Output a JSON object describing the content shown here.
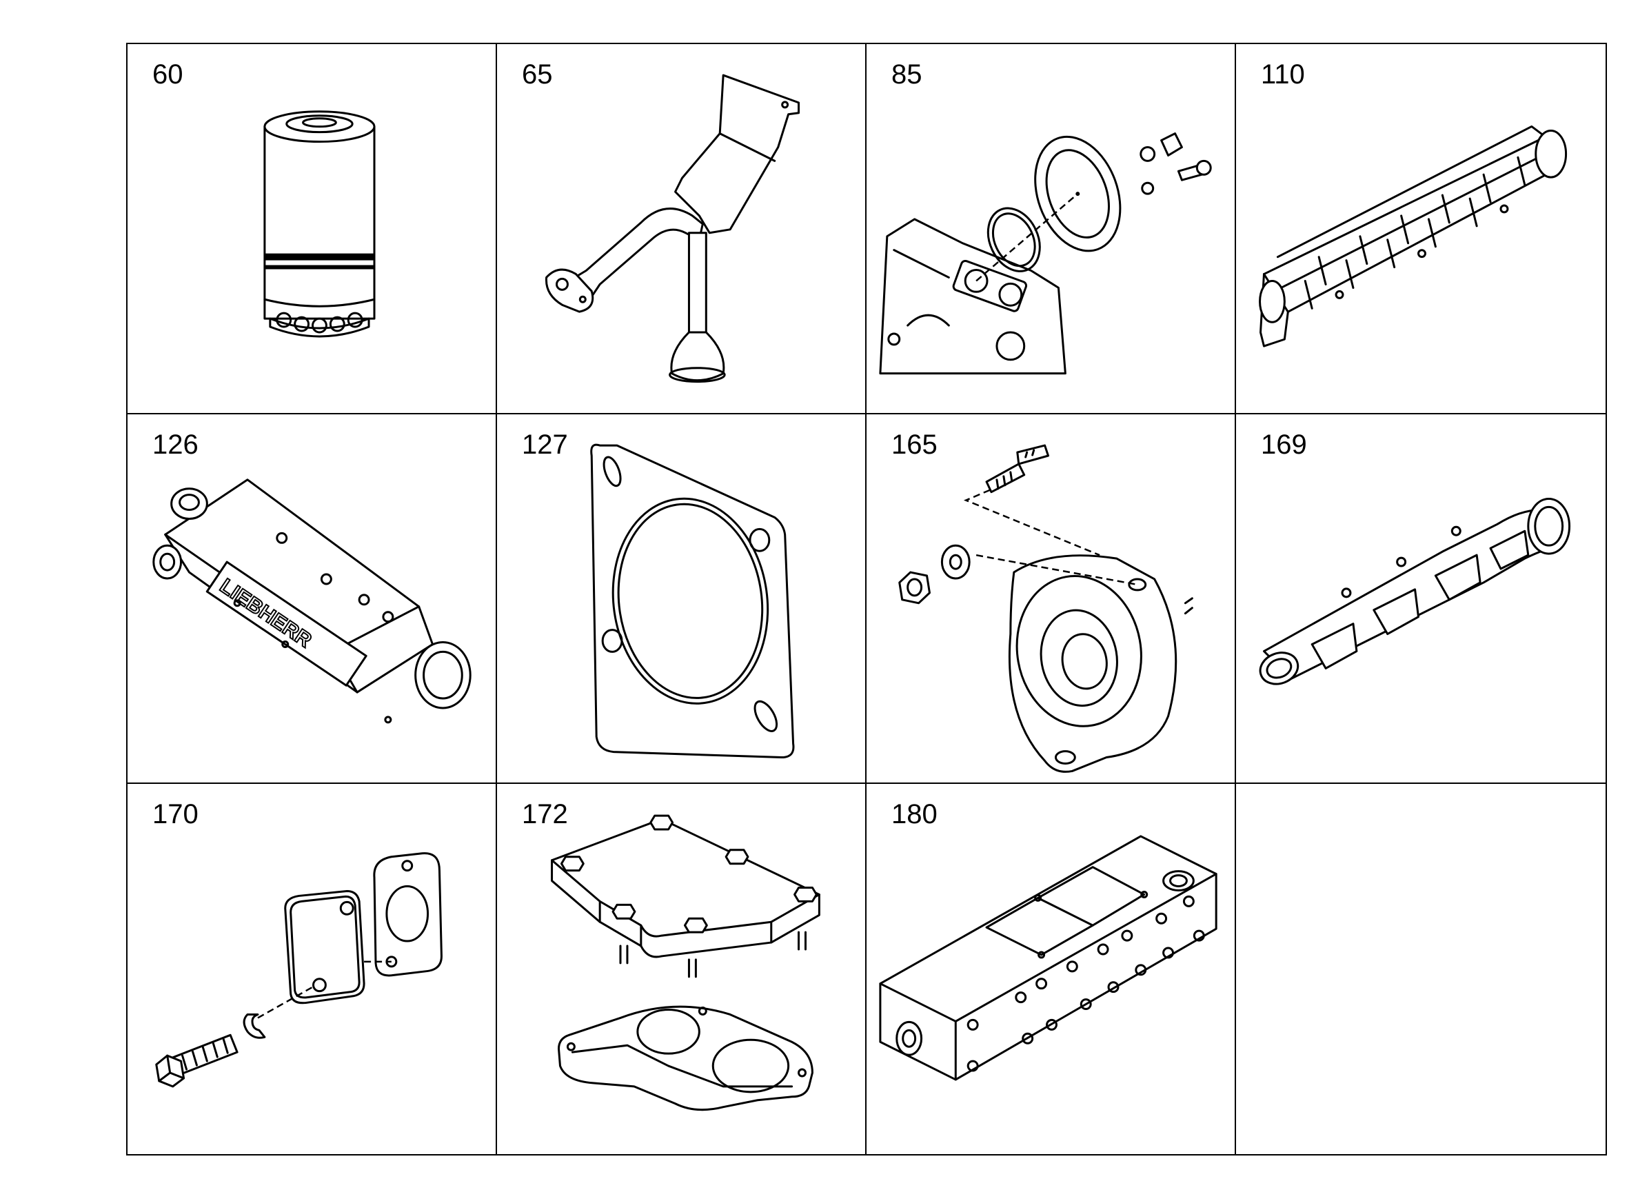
{
  "catalog": {
    "cells": [
      {
        "number": "60",
        "icon": "oil-filter-icon"
      },
      {
        "number": "65",
        "icon": "oil-suction-pipe-icon"
      },
      {
        "number": "85",
        "icon": "cover-plate-assembly-icon"
      },
      {
        "number": "110",
        "icon": "intake-manifold-icon"
      },
      {
        "number": "126",
        "icon": "oil-cooler-icon"
      },
      {
        "number": "127",
        "icon": "gasket-icon"
      },
      {
        "number": "165",
        "icon": "flange-with-stud-icon"
      },
      {
        "number": "169",
        "icon": "exhaust-manifold-icon"
      },
      {
        "number": "170",
        "icon": "blanking-cover-icon"
      },
      {
        "number": "172",
        "icon": "cover-and-gasket-icon"
      },
      {
        "number": "180",
        "icon": "distributor-block-icon"
      },
      {
        "number": "",
        "icon": ""
      }
    ],
    "cooler_brand": "LIEBHERR"
  }
}
